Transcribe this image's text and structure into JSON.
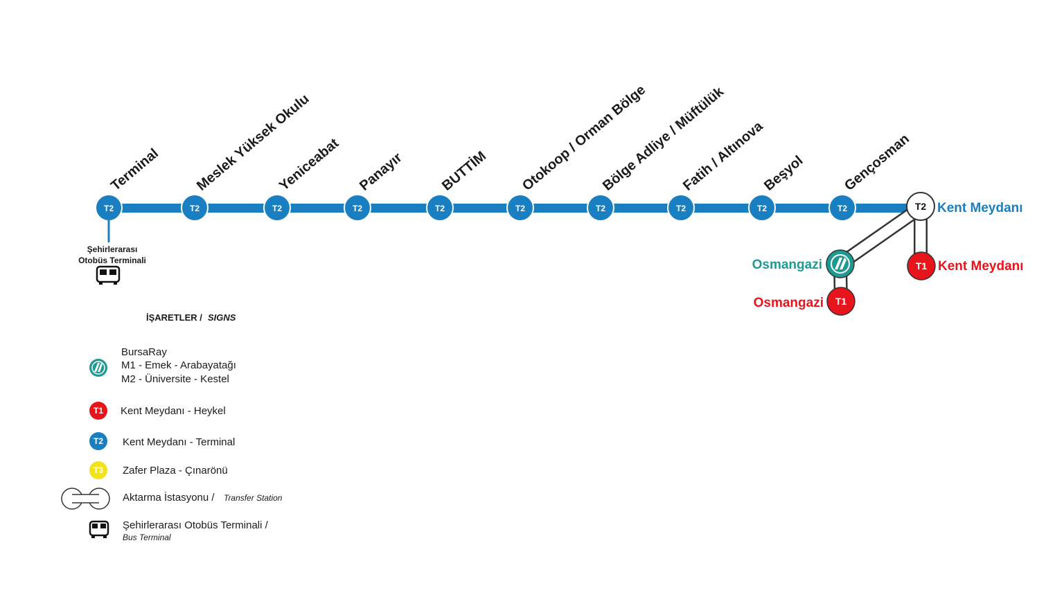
{
  "colors": {
    "t2_blue": "#1a7fc1",
    "t1_red": "#e8141c",
    "t3_yellow": "#f2e21a",
    "bursaray_teal": "#1f9a93",
    "transfer_outline": "#333333"
  },
  "line": {
    "badge": "T2",
    "stations": [
      "Terminal",
      "Meslek Yüksek Okulu",
      "Yeniceabat",
      "Panayır",
      "BUTTİM",
      "Otokoop / Orman Bölge",
      "Bölge Adliye / Müftülük",
      "Fatih / Altınova",
      "Beşyol",
      "Gençosman"
    ],
    "end_station": {
      "badge": "T2",
      "label": "Kent Meydanı"
    }
  },
  "transfers": {
    "kent_meydani_t1": {
      "badge": "T1",
      "label": "Kent Meydanı"
    },
    "osmangazi_bursaray": {
      "label": "Osmangazi",
      "icon": "bursaray-icon"
    },
    "osmangazi_t1": {
      "badge": "T1",
      "label": "Osmangazi"
    }
  },
  "terminal_note": {
    "line1": "Şehirlerarası",
    "line2": "Otobüs Terminali",
    "icon": "bus-icon"
  },
  "legend": {
    "title": "İŞARETLER /",
    "title_en": "SIGNS",
    "bursaray": {
      "icon": "bursaray-icon",
      "lines": [
        "BursaRay",
        "M1 - Emek - Arabayatağı",
        "M2 - Üniversite - Kestel"
      ]
    },
    "t1": {
      "badge": "T1",
      "text": "Kent Meydanı - Heykel"
    },
    "t2": {
      "badge": "T2",
      "text": "Kent Meydanı - Terminal"
    },
    "t3": {
      "badge": "T3",
      "text": "Zafer Plaza - Çınarönü"
    },
    "transfer": {
      "icon": "transfer-station-icon",
      "text": "Aktarma İstasyonu /",
      "text_en": "Transfer Station"
    },
    "bus": {
      "icon": "bus-icon",
      "text": "Şehirlerarası Otobüs Terminali /",
      "text_en": "Bus Terminal"
    }
  }
}
